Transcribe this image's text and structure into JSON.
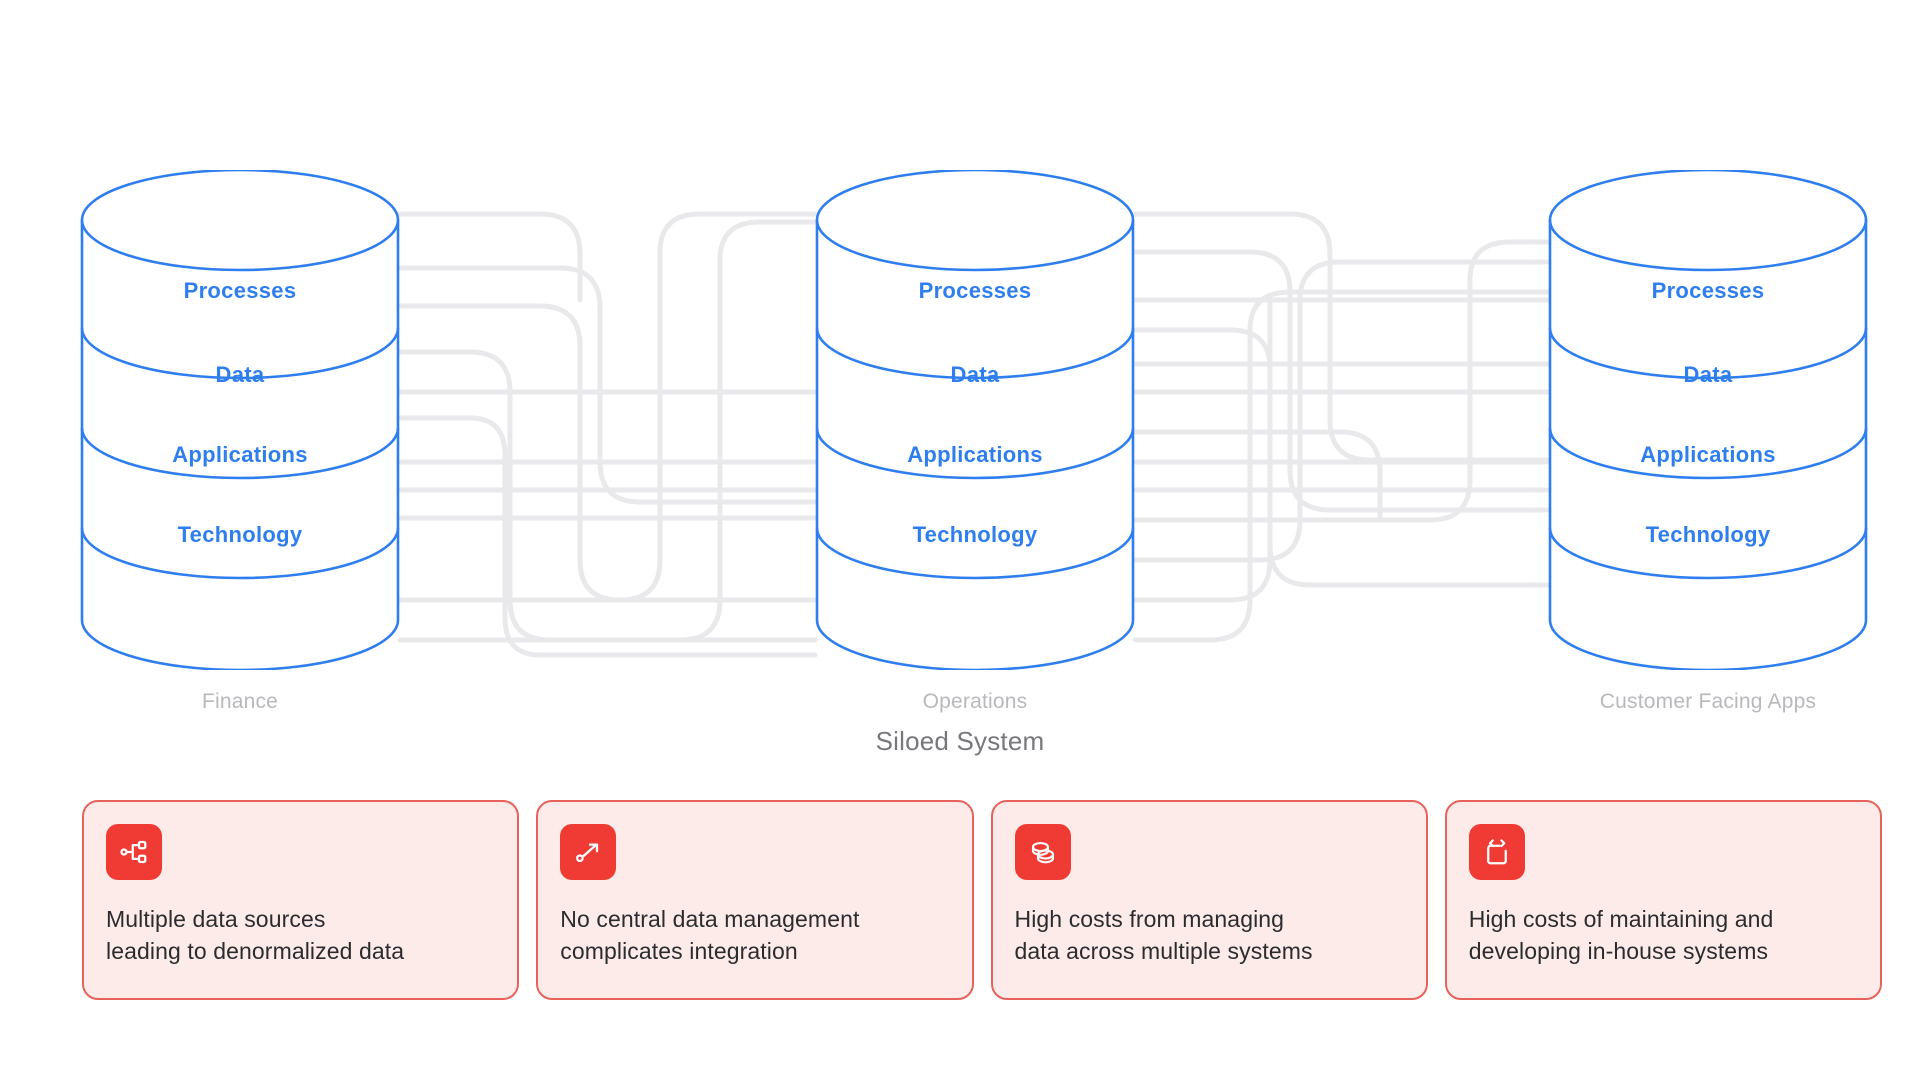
{
  "diagram": {
    "title": "Siloed System",
    "layers": [
      "Processes",
      "Data",
      "Applications",
      "Technology"
    ],
    "colors": {
      "cylinder_stroke": "#2f7ef0",
      "layer_label": "#2f7ef0",
      "connector": "#e9e9ec",
      "caption": "#b9b9bd",
      "title": "#77777d",
      "card_bg": "#fcebe9",
      "card_border": "#e8625c",
      "icon_bg": "#ef3b34",
      "card_text": "#2c2c30"
    },
    "systems": [
      {
        "caption": "Finance",
        "layers": [
          "Processes",
          "Data",
          "Applications",
          "Technology"
        ]
      },
      {
        "caption": "Operations",
        "layers": [
          "Processes",
          "Data",
          "Applications",
          "Technology"
        ]
      },
      {
        "caption": "Customer Facing Apps",
        "layers": [
          "Processes",
          "Data",
          "Applications",
          "Technology"
        ]
      }
    ]
  },
  "cards": [
    {
      "icon": "sitemap-icon",
      "text": "Multiple data sources leading to denormalized data",
      "line1": "Multiple data sources",
      "line2": "leading to denormalized data"
    },
    {
      "icon": "route-arrow-icon",
      "text": "No central data management complicates integration",
      "line1": "No central data management",
      "line2": "complicates integration"
    },
    {
      "icon": "coins-icon",
      "text": "High costs from managing data across multiple systems",
      "line1": "High costs from managing",
      "line2": "data across multiple systems"
    },
    {
      "icon": "code-file-icon",
      "text": "High costs of maintaining and developing in-house systems",
      "line1": "High costs of maintaining and",
      "line2": "developing in-house systems"
    }
  ]
}
